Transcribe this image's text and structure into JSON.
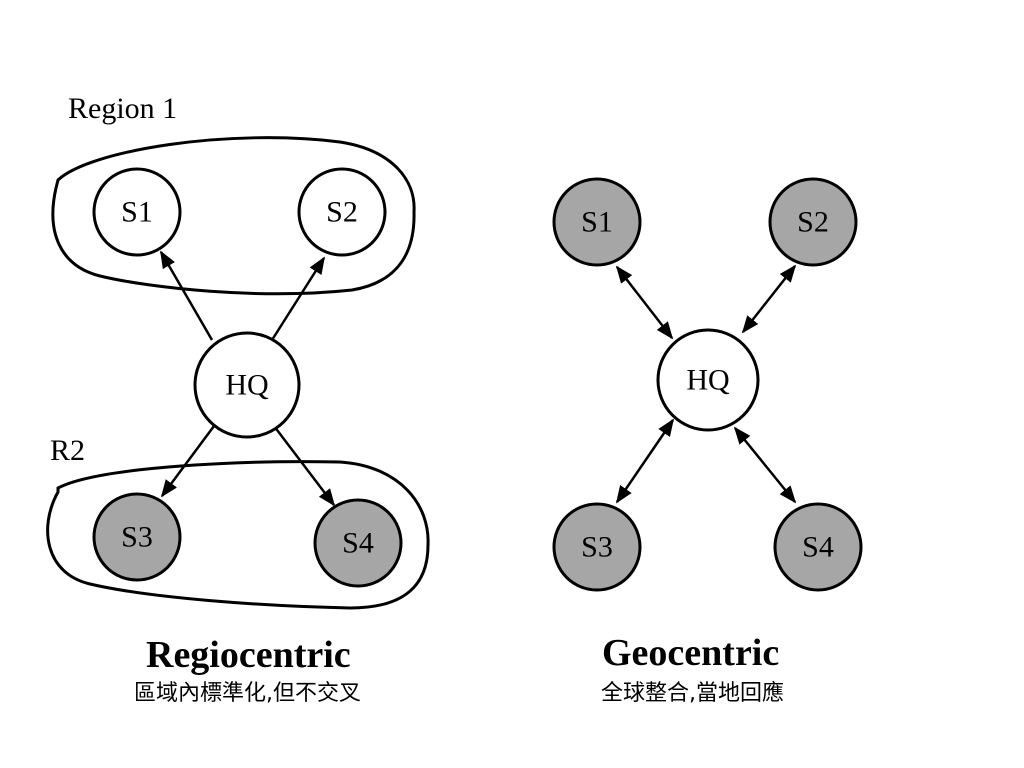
{
  "regiocentric": {
    "region1_label": "Region 1",
    "region2_label": "R2",
    "nodes": {
      "s1": "S1",
      "s2": "S2",
      "hq": "HQ",
      "s3": "S3",
      "s4": "S4"
    },
    "title": "Regiocentric",
    "subtitle": "區域內標準化,但不交叉"
  },
  "geocentric": {
    "nodes": {
      "s1": "S1",
      "s2": "S2",
      "hq": "HQ",
      "s3": "S3",
      "s4": "S4"
    },
    "title": "Geocentric",
    "subtitle": "全球整合,當地回應"
  },
  "colors": {
    "stroke": "#000000",
    "white_fill": "#ffffff",
    "gray_fill": "#a6a6a6"
  }
}
